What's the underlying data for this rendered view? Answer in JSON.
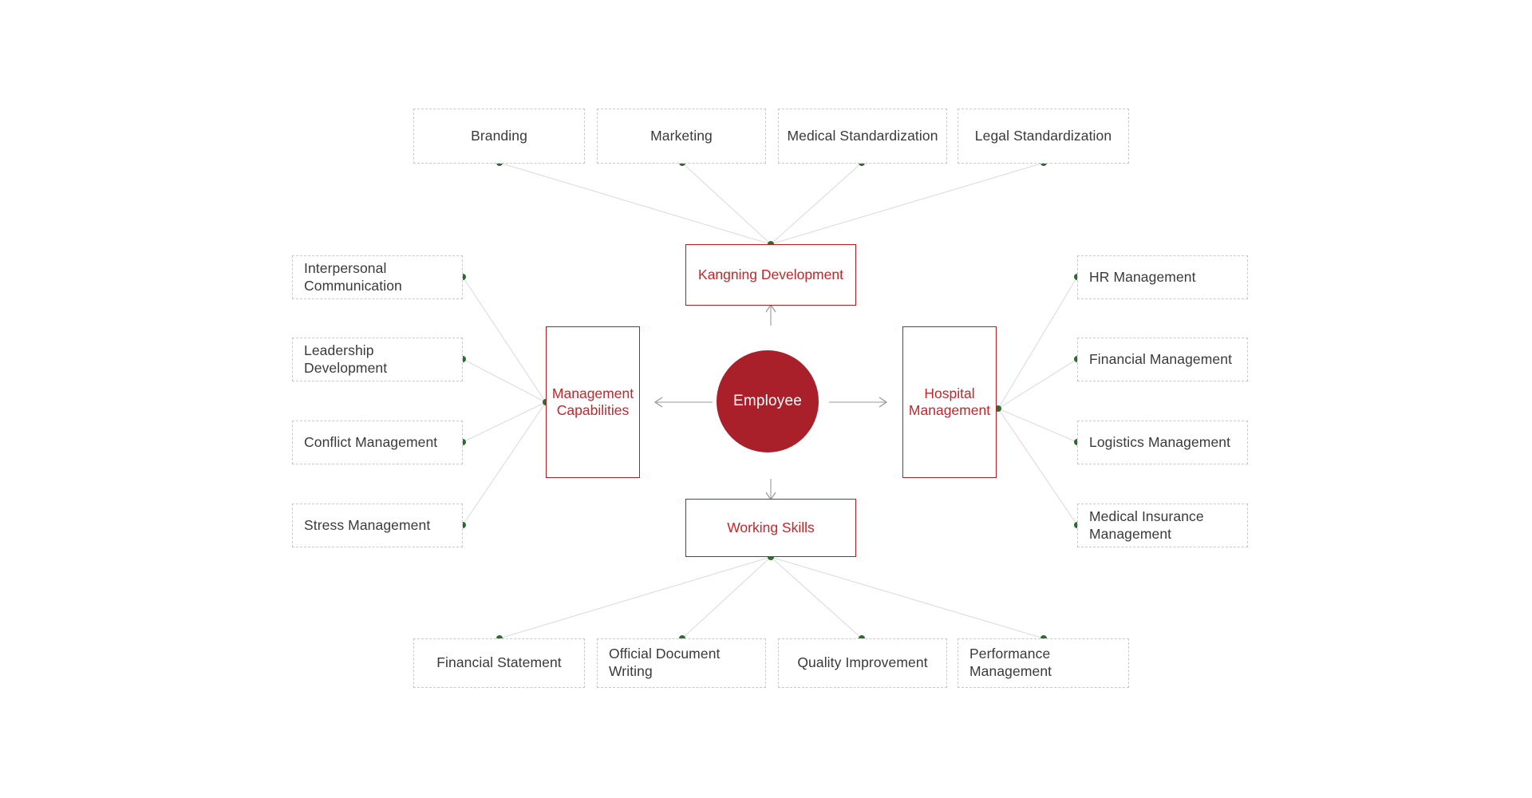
{
  "diagram": {
    "title_hidden": "",
    "hub": {
      "label": "Employee",
      "color": "#a9202a",
      "text_color": "#ffffff"
    },
    "accent_red": "#c0272d",
    "border_red": "#b01f24",
    "leaf_border": "#c9c9c9",
    "edge_color": "#dcdcdc",
    "dot_color": "#2f6b31",
    "branches": [
      {
        "id": "kangning-development",
        "label": "Kangning Development",
        "position": "top",
        "leaves": [
          {
            "id": "branding",
            "label": "Branding"
          },
          {
            "id": "marketing",
            "label": "Marketing"
          },
          {
            "id": "medical-standardization",
            "label": "Medical Standardization"
          },
          {
            "id": "legal-standardization",
            "label": "Legal Standardization"
          }
        ]
      },
      {
        "id": "management-capabilities",
        "label": "Management Capabilities",
        "label_line1": "Management",
        "label_line2": "Capabilities",
        "position": "left",
        "leaves": [
          {
            "id": "interpersonal-communication",
            "label": "Interpersonal Communication",
            "line1": "Interpersonal",
            "line2": "Communication"
          },
          {
            "id": "leadership-development",
            "label": "Leadership Development",
            "line1": "Leadership",
            "line2": "Development"
          },
          {
            "id": "conflict-management",
            "label": "Conflict Management",
            "line1": "Conflict Management",
            "line2": ""
          },
          {
            "id": "stress-management",
            "label": "Stress Management",
            "line1": "Stress Management",
            "line2": ""
          }
        ]
      },
      {
        "id": "hospital-management",
        "label": "Hospital Management",
        "label_line1": "Hospital",
        "label_line2": "Management",
        "position": "right",
        "leaves": [
          {
            "id": "hr-management",
            "label": "HR Management",
            "line1": "HR Management",
            "line2": ""
          },
          {
            "id": "financial-management",
            "label": "Financial Management",
            "line1": "Financial Management",
            "line2": ""
          },
          {
            "id": "logistics-management",
            "label": "Logistics Management",
            "line1": "Logistics Management",
            "line2": ""
          },
          {
            "id": "medical-insurance-management",
            "label": "Medical Insurance Management",
            "line1": "Medical Insurance",
            "line2": "Management"
          }
        ]
      },
      {
        "id": "working-skills",
        "label": "Working Skills",
        "position": "bottom",
        "leaves": [
          {
            "id": "financial-statement",
            "label": "Financial Statement",
            "line1": "Financial Statement",
            "line2": ""
          },
          {
            "id": "official-document-writing",
            "label": "Official Document Writing",
            "line1": "Official Document",
            "line2": "Writing"
          },
          {
            "id": "quality-improvement",
            "label": "Quality Improvement",
            "line1": "Quality Improvement",
            "line2": ""
          },
          {
            "id": "performance-management",
            "label": "Performance Management",
            "line1": "Performance",
            "line2": "Management"
          }
        ]
      }
    ]
  }
}
